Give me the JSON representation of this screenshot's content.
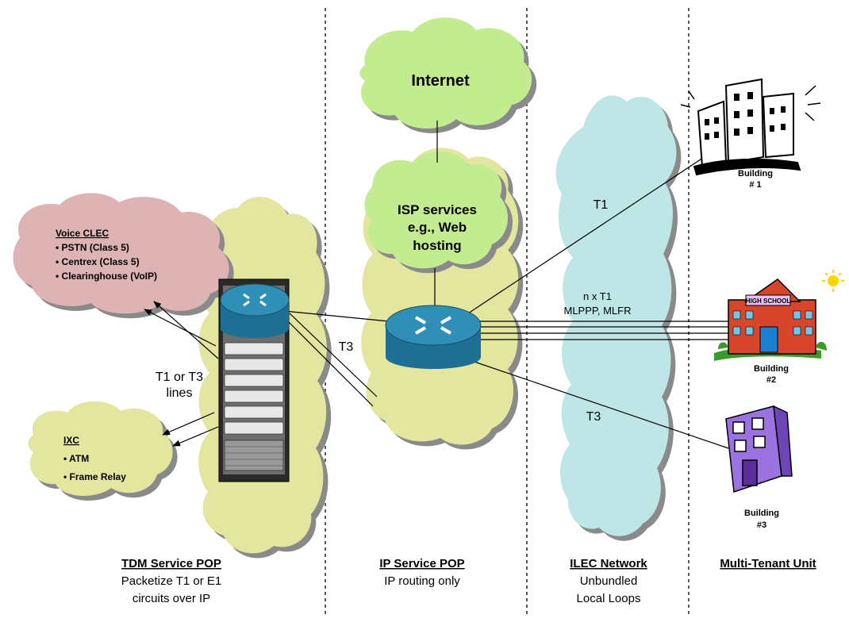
{
  "clouds": {
    "internet": "Internet",
    "isp": [
      "ISP services",
      "e.g., Web",
      "hosting"
    ],
    "voice_clec": {
      "title": "Voice CLEC",
      "items": [
        "• PSTN (Class 5)",
        "• Centrex (Class 5)",
        "• Clearinghouse (VoIP)"
      ]
    },
    "ixc": {
      "title": "IXC",
      "items": [
        "• ATM",
        "• Frame Relay"
      ]
    }
  },
  "links": {
    "t1": "T1",
    "nxt1": [
      "n x T1",
      "MLPPP, MLFR"
    ],
    "t3_right": "T3",
    "t3_left": "T3",
    "t1_or_t3": [
      "T1 or T3",
      "lines"
    ]
  },
  "buildings": [
    {
      "name": "Building",
      "num": "# 1"
    },
    {
      "name": "Building",
      "num": "#2",
      "sign": "HIGH SCHOOL"
    },
    {
      "name": "Building",
      "num": "#3"
    }
  ],
  "sections": [
    {
      "title": "TDM Service POP",
      "lines": [
        "Packetize T1 or E1",
        "circuits over IP"
      ]
    },
    {
      "title": "IP Service POP",
      "lines": [
        "IP routing only"
      ]
    },
    {
      "title": "ILEC Network",
      "lines": [
        "Unbundled",
        "Local Loops"
      ]
    },
    {
      "title": "Multi-Tenant Unit",
      "lines": []
    }
  ],
  "colors": {
    "yellow_cloud": "#e2e69e",
    "green_cloud": "#c3eb8f",
    "pink_cloud": "#ddb3b3",
    "cyan_cloud": "#bfe6e6",
    "router": "#2f8fb7",
    "school": "#d8452b",
    "building3": "#9a73e0"
  }
}
